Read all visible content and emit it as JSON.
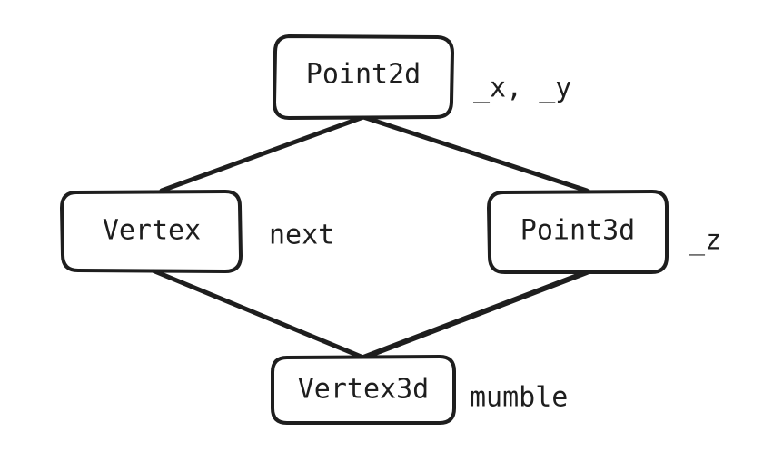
{
  "colors": {
    "stroke": "#1e1e1e",
    "background": "#ffffff"
  },
  "nodes": [
    {
      "id": "point2d",
      "label": "Point2d",
      "fields": "_x, _y"
    },
    {
      "id": "vertex",
      "label": "Vertex",
      "fields": "next"
    },
    {
      "id": "point3d",
      "label": "Point3d",
      "fields": "_z"
    },
    {
      "id": "vertex3d",
      "label": "Vertex3d",
      "fields": "mumble"
    }
  ],
  "edges": [
    {
      "from": "point2d",
      "to": "vertex"
    },
    {
      "from": "point2d",
      "to": "point3d"
    },
    {
      "from": "vertex",
      "to": "vertex3d"
    },
    {
      "from": "point3d",
      "to": "vertex3d"
    }
  ]
}
